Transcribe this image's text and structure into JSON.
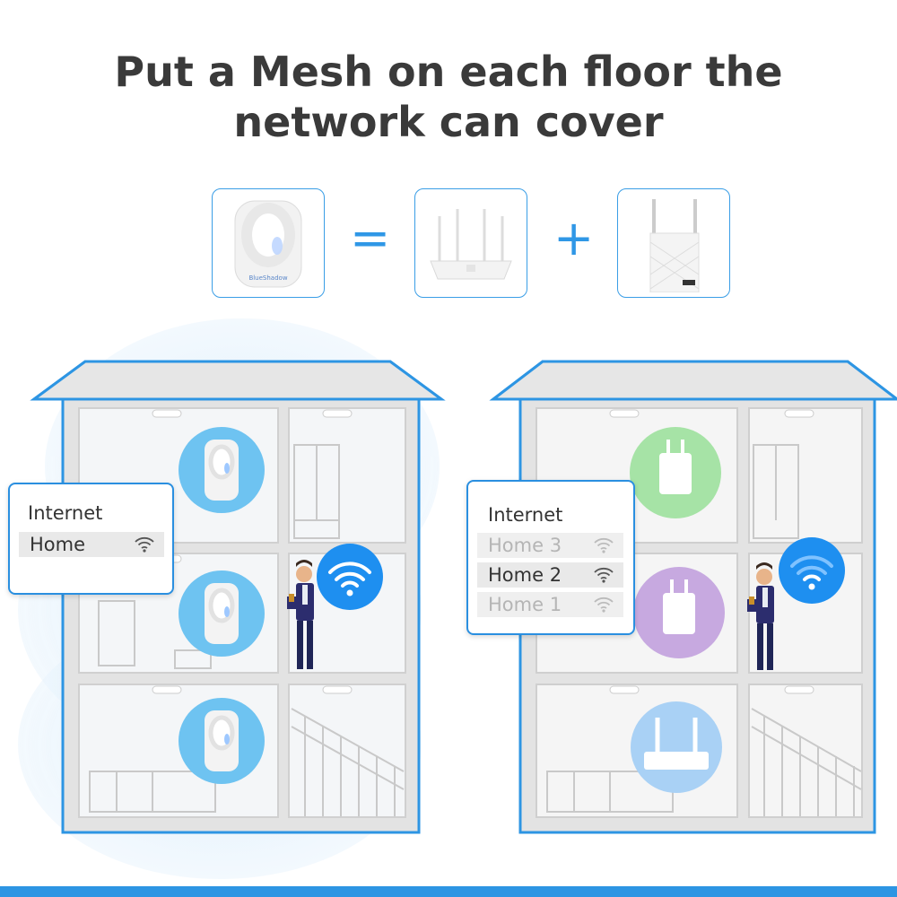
{
  "headline": {
    "line1": "Put a Mesh on each floor the",
    "line2": "network can cover"
  },
  "equation": {
    "equals_symbol": "=",
    "plus_symbol": "+",
    "items": [
      {
        "icon": "mesh-node-icon",
        "brand": "BlueShadow"
      },
      {
        "icon": "router-icon"
      },
      {
        "icon": "range-extender-icon"
      }
    ]
  },
  "left_panel": {
    "title": "Internet",
    "networks": [
      {
        "name": "Home",
        "state": "connected"
      }
    ]
  },
  "right_panel": {
    "title": "Internet",
    "networks": [
      {
        "name": "Home 3",
        "state": "dim"
      },
      {
        "name": "Home 2",
        "state": "connected"
      },
      {
        "name": "Home 1",
        "state": "dim"
      }
    ]
  },
  "colors": {
    "accent_blue": "#2d95e3",
    "mesh_circle": "#7ec8f2",
    "green_circle": "#a6e3a6",
    "purple_circle": "#c7a9e0",
    "router_circle": "#a9d1f5",
    "wifi_badge": "#1e8ff0",
    "house_fill": "#e6e6e6",
    "room_fill": "#f5f5f5"
  }
}
